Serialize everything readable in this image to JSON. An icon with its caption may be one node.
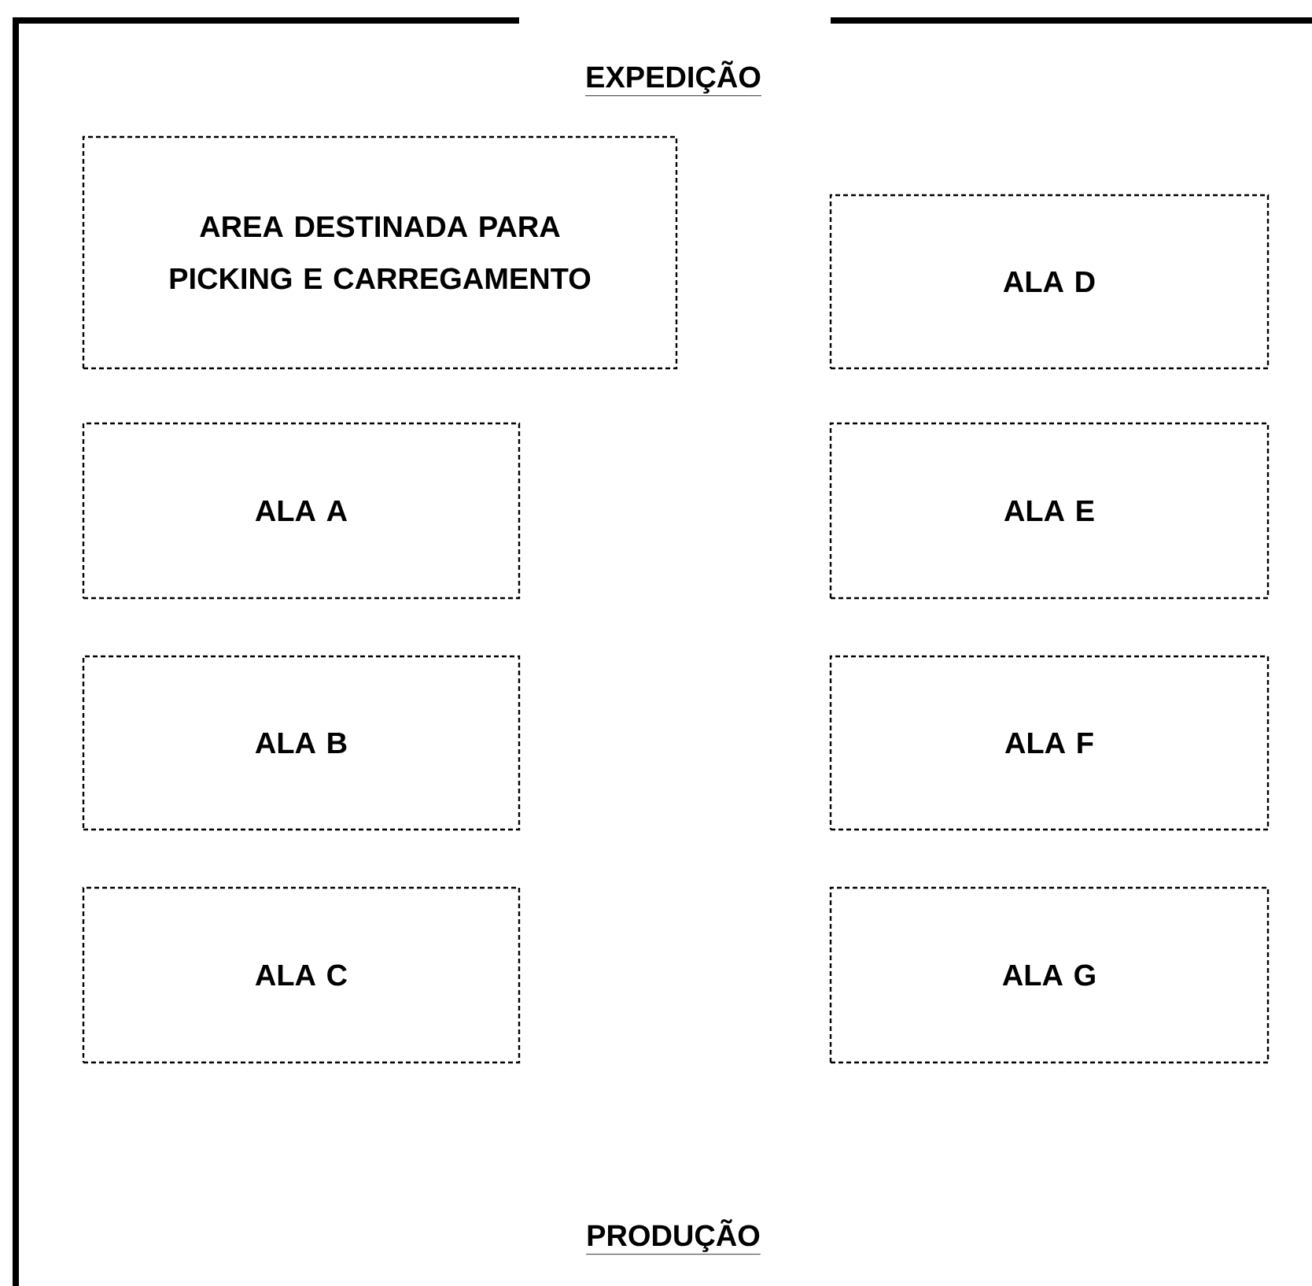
{
  "diagram": {
    "nodes": [
      {
        "text": [
          "AREA DESTINADA PARA PICKING E CARREGAMENTO"
        ]
      },
      {
        "text": [
          "ALA D"
        ]
      },
      {
        "text": [
          "ALA A"
        ]
      },
      {
        "text": [
          "ALA E"
        ]
      },
      {
        "text": [
          "ALA B"
        ]
      },
      {
        "text": [
          "ALA F"
        ]
      },
      {
        "text": [
          "ALA C"
        ]
      },
      {
        "text": [
          "ALA G"
        ]
      }
    ],
    "labels": [
      "EXPEDIÇÃO",
      "PRODUÇÃO"
    ]
  }
}
